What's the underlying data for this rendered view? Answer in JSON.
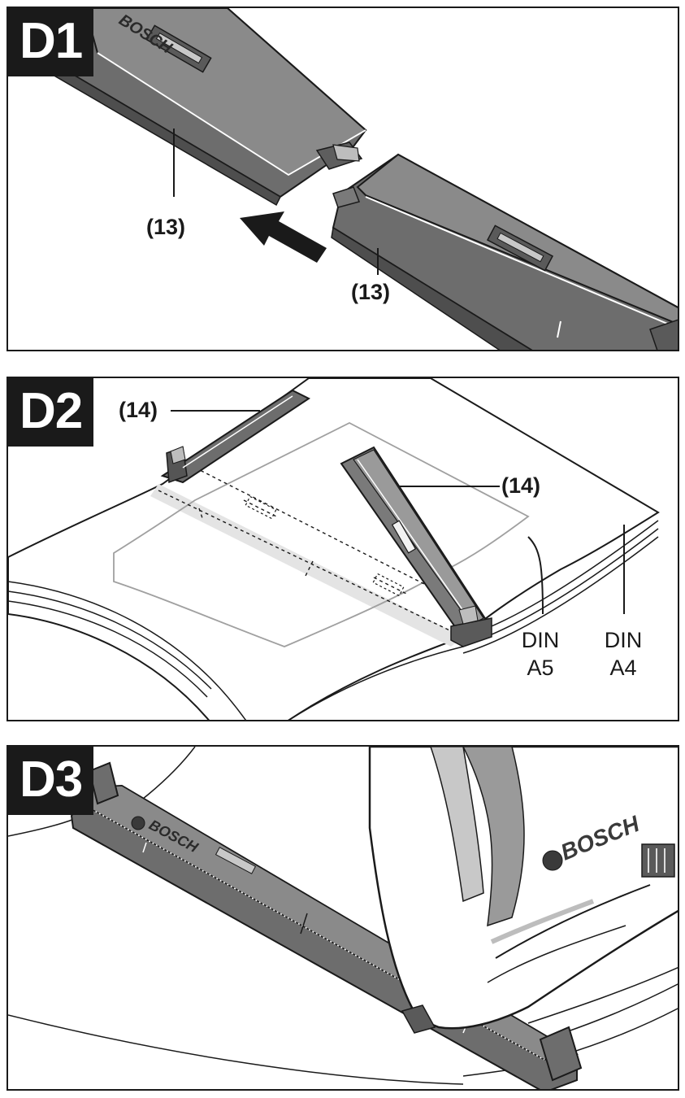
{
  "panels": [
    {
      "id": "D1",
      "label": "D1",
      "callouts": [
        "(13)",
        "(13)"
      ],
      "brand_text": "BOSCH"
    },
    {
      "id": "D2",
      "label": "D2",
      "callouts": [
        "(14)",
        "(14)"
      ],
      "paper_labels": [
        {
          "line1": "DIN",
          "line2": "A5"
        },
        {
          "line1": "DIN",
          "line2": "A4"
        }
      ]
    },
    {
      "id": "D3",
      "label": "D3",
      "brand_text": "BOSCH",
      "brand_text_rail": "BOSCH"
    }
  ],
  "colors": {
    "outline": "#1a1a1a",
    "rail_dark": "#5a5a5a",
    "rail_mid": "#7a7a7a",
    "rail_light": "#9a9a9a",
    "paper": "#ffffff",
    "paper_shade": "#e9e9e9",
    "arrow": "#1a1a1a"
  }
}
